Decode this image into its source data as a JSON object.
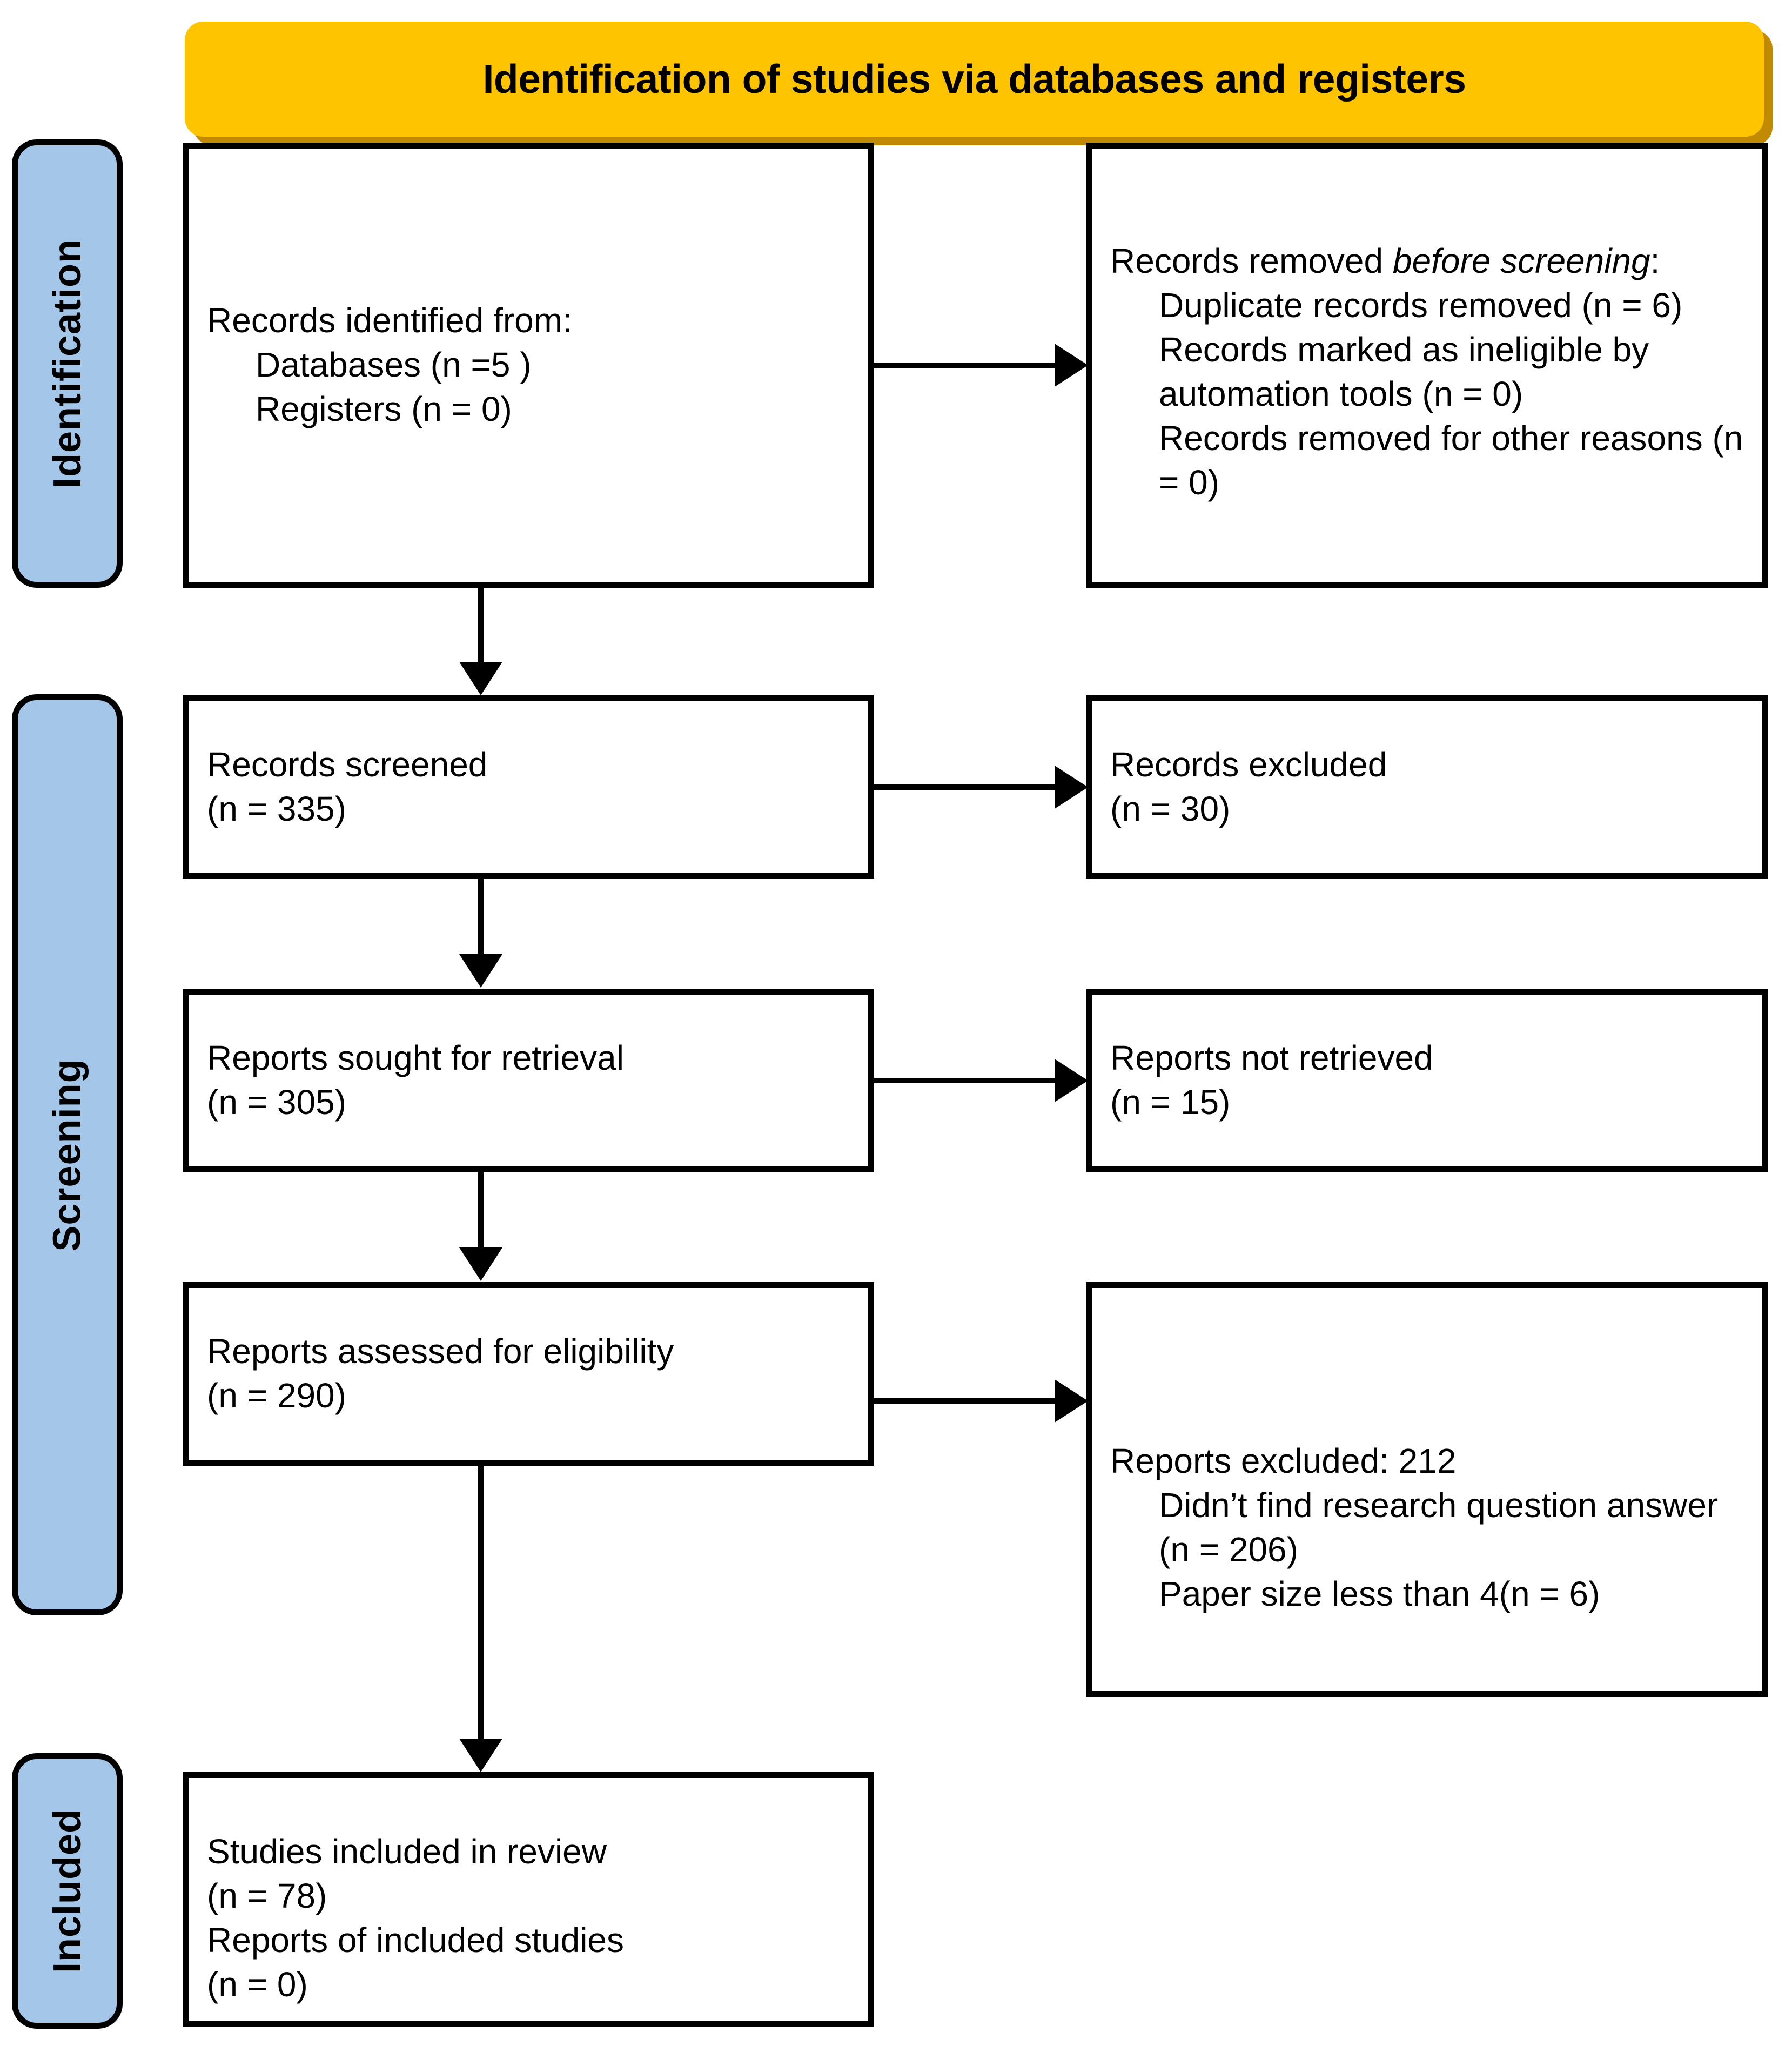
{
  "banner": {
    "title": "Identification of studies via databases and registers"
  },
  "stages": [
    {
      "id": "identification",
      "label": "Identification"
    },
    {
      "id": "screening",
      "label": "Screening"
    },
    {
      "id": "included",
      "label": "Included"
    }
  ],
  "boxes": {
    "identified": {
      "name": "records-identified-from",
      "lines": [
        "Records identified from:",
        "Databases (n =5 )",
        "Registers (n = 0)"
      ]
    },
    "removed_before_screening": {
      "name": "records-removed-before-screening",
      "heading_plain": "Records removed ",
      "heading_italic": "before screening",
      "heading_colon": ":",
      "lines": [
        "Duplicate records removed (n = 6)",
        "Records marked as ineligible by automation tools (n = 0)",
        "Records removed for other reasons (n = 0)"
      ]
    },
    "screened": {
      "name": "records-screened",
      "lines": [
        "Records screened",
        "(n = 335)"
      ]
    },
    "excluded": {
      "name": "records-excluded",
      "lines": [
        "Records excluded",
        "(n = 30)"
      ]
    },
    "sought": {
      "name": "reports-sought-for-retrieval",
      "lines": [
        "Reports sought for retrieval",
        "(n = 305)"
      ]
    },
    "not_retrieved": {
      "name": "reports-not-retrieved",
      "lines": [
        "Reports not retrieved",
        "(n = 15)"
      ]
    },
    "assessed": {
      "name": "reports-assessed-for-eligibility",
      "lines": [
        "Reports assessed for eligibility",
        "(n = 290)"
      ]
    },
    "reports_excluded": {
      "name": "reports-excluded",
      "heading": "Reports excluded: 212",
      "lines": [
        "Didn’t find research question answer (n = 206)",
        "Paper size less than 4(n = 6)"
      ]
    },
    "studies_included": {
      "name": "studies-included-in-review",
      "lines": [
        "Studies included in review",
        "(n = 78)",
        "Reports of included studies",
        "(n = 0)"
      ]
    }
  },
  "chart_data": {
    "type": "diagram",
    "title": "Identification of studies via databases and registers",
    "nodes": [
      {
        "id": "identified",
        "stage": "Identification",
        "column": "left",
        "label": "Records identified from: Databases (n =5 ) Registers (n = 0)",
        "n_databases": 5,
        "n_registers": 0
      },
      {
        "id": "removed_before_screening",
        "stage": "Identification",
        "column": "right",
        "label": "Records removed before screening",
        "n_duplicates": 6,
        "n_ineligible_automation": 0,
        "n_other_reasons": 0
      },
      {
        "id": "screened",
        "stage": "Screening",
        "column": "left",
        "label": "Records screened",
        "n": 335
      },
      {
        "id": "excluded",
        "stage": "Screening",
        "column": "right",
        "label": "Records excluded",
        "n": 30
      },
      {
        "id": "sought",
        "stage": "Screening",
        "column": "left",
        "label": "Reports sought for retrieval",
        "n": 305
      },
      {
        "id": "not_retrieved",
        "stage": "Screening",
        "column": "right",
        "label": "Reports not retrieved",
        "n": 15
      },
      {
        "id": "assessed",
        "stage": "Screening",
        "column": "left",
        "label": "Reports assessed for eligibility",
        "n": 290
      },
      {
        "id": "reports_excluded",
        "stage": "Screening",
        "column": "right",
        "label": "Reports excluded",
        "n": 212,
        "reasons": [
          {
            "reason": "Didn’t find research question answer",
            "n": 206
          },
          {
            "reason": "Paper size less than 4",
            "n": 6
          }
        ]
      },
      {
        "id": "studies_included",
        "stage": "Included",
        "column": "left",
        "label": "Studies included in review",
        "n_studies": 78,
        "n_reports": 0
      }
    ],
    "edges": [
      {
        "from": "identified",
        "to": "removed_before_screening",
        "direction": "right"
      },
      {
        "from": "identified",
        "to": "screened",
        "direction": "down"
      },
      {
        "from": "screened",
        "to": "excluded",
        "direction": "right"
      },
      {
        "from": "screened",
        "to": "sought",
        "direction": "down"
      },
      {
        "from": "sought",
        "to": "not_retrieved",
        "direction": "right"
      },
      {
        "from": "sought",
        "to": "assessed",
        "direction": "down"
      },
      {
        "from": "assessed",
        "to": "reports_excluded",
        "direction": "right"
      },
      {
        "from": "assessed",
        "to": "studies_included",
        "direction": "down"
      }
    ]
  },
  "colors": {
    "banner_fill": "#FFC400",
    "banner_shadow": "#C18A00",
    "stage_pill_fill": "#A4C7E9",
    "stroke": "#000000",
    "box_fill": "#FFFFFF"
  }
}
